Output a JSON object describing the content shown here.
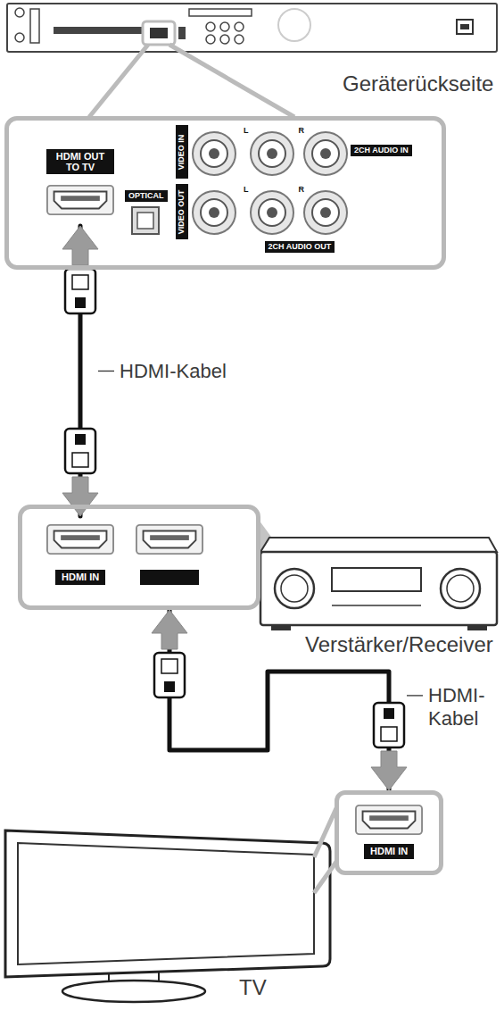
{
  "diagram": {
    "nodes": [
      {
        "text": [
          "Geräterückseite"
        ]
      },
      {
        "text": [
          "HDMI OUT TO TV"
        ],
        "in": 0
      },
      {
        "text": [
          "Verstärker/Receiver"
        ]
      },
      {
        "text": [
          "HDMI IN"
        ],
        "in": 2
      },
      {
        "text": [
          "HDMI IN"
        ]
      }
    ],
    "edges": [
      {
        "from": 1,
        "to": 3,
        "arrow": "both",
        "label": "HDMI-Kabel"
      },
      {
        "from": 2,
        "to": 4,
        "arrow": "both",
        "label": "HDMI-Kabel"
      }
    ],
    "labels": [
      "OPTICAL",
      "VIDEO IN",
      "VIDEO OUT",
      "2CH AUDIO IN",
      "2CH AUDIO OUT",
      "L",
      "R",
      "L",
      "R",
      "TV"
    ]
  }
}
